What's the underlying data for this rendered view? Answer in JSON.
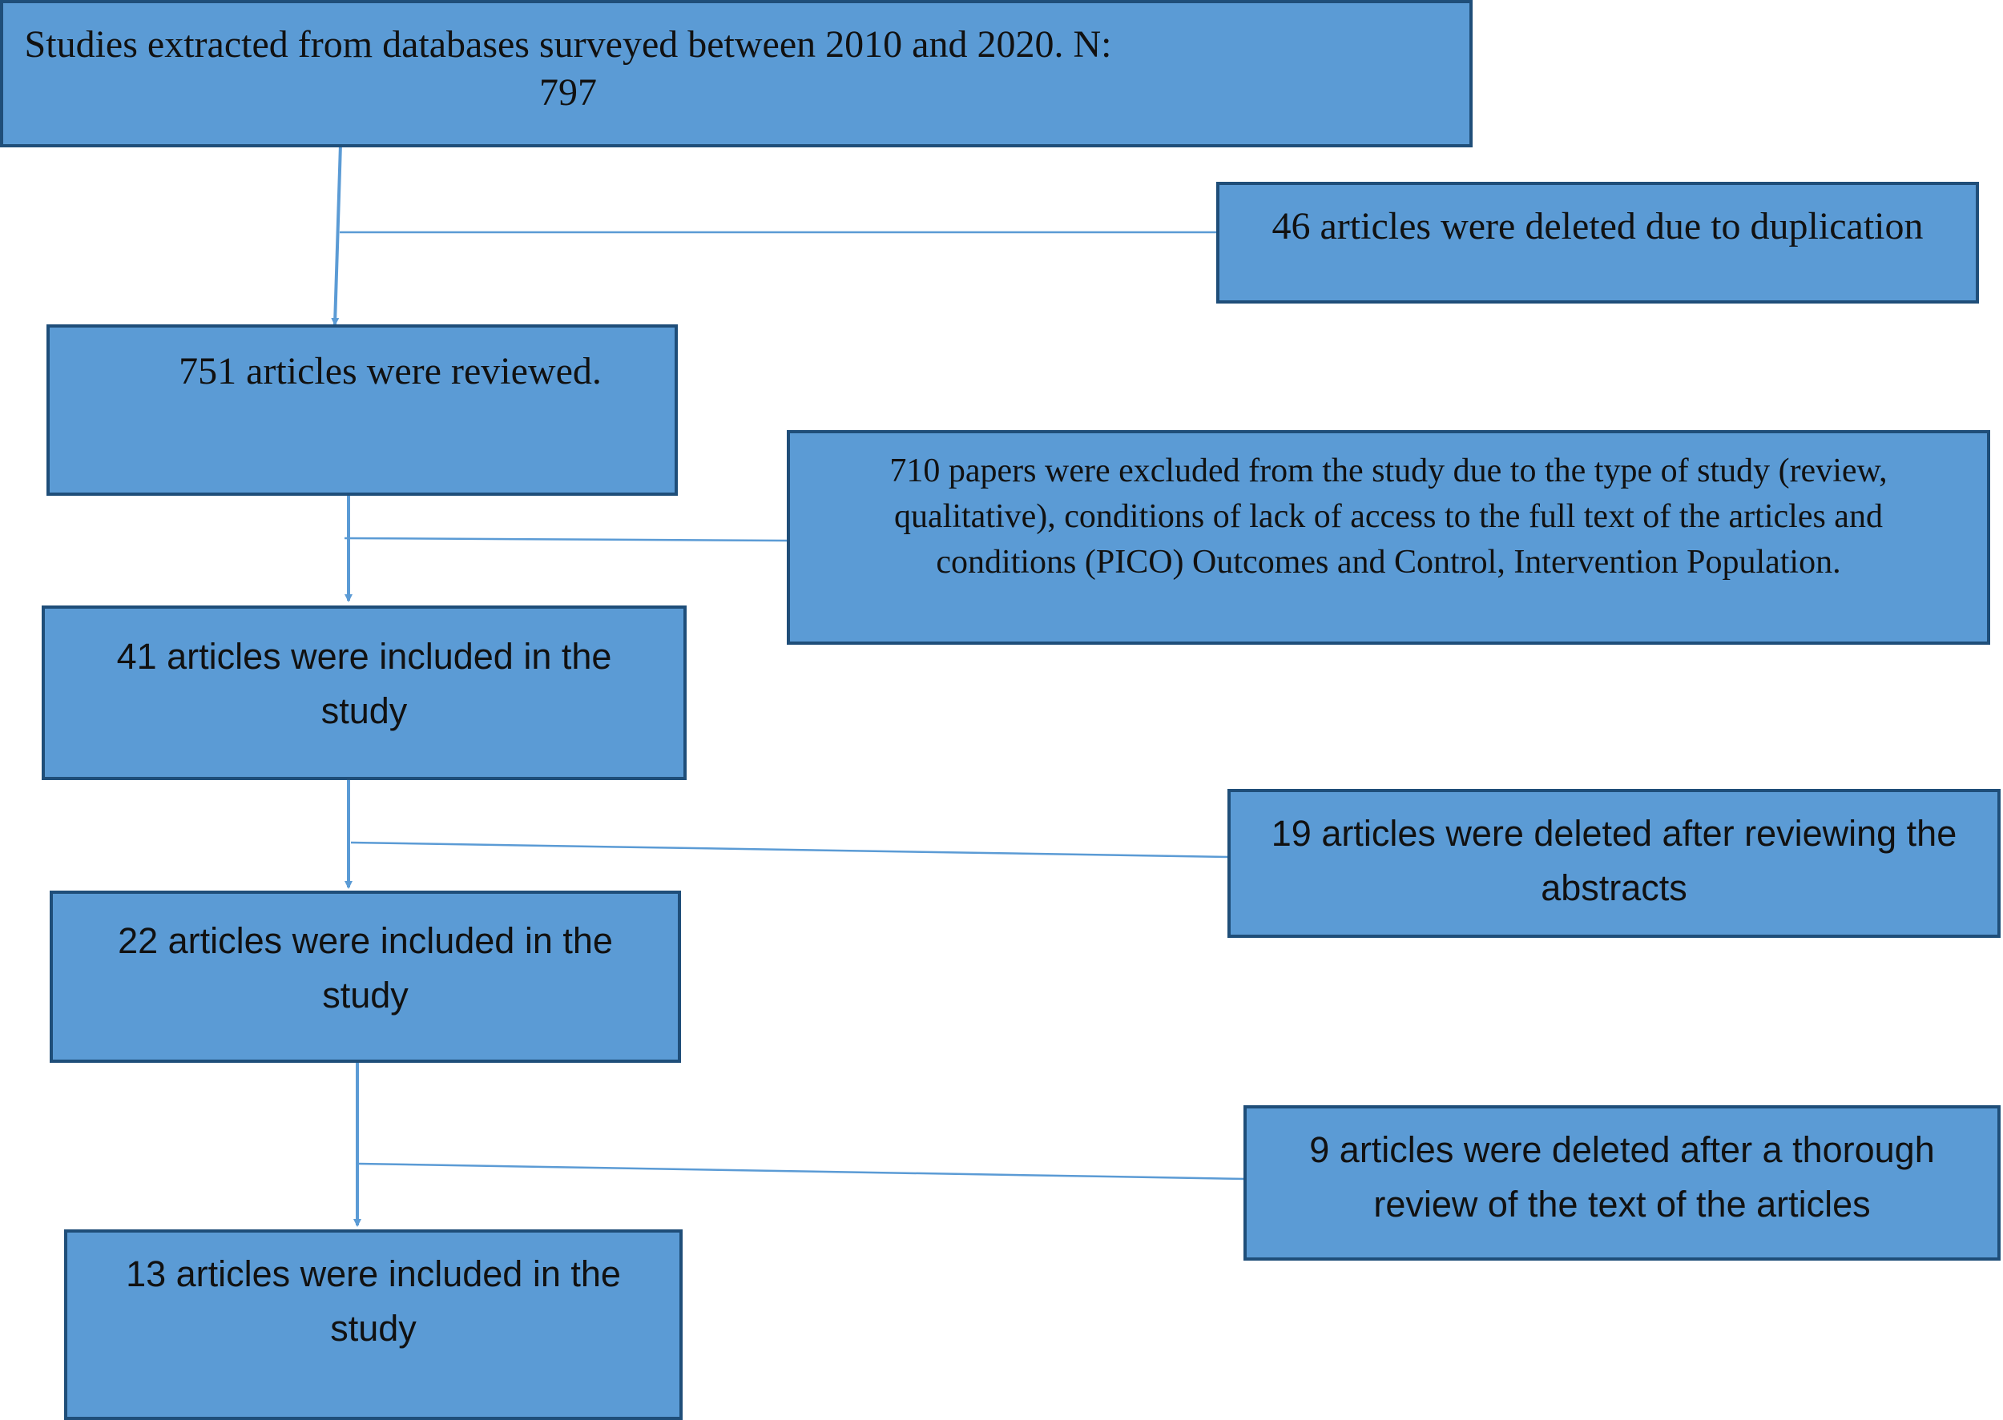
{
  "colors": {
    "box_fill": "#5b9bd5",
    "box_border": "#1f4e79",
    "connector": "#5b9bd5",
    "text": "#111111"
  },
  "flow": {
    "studies_extracted": "Studies extracted from databases surveyed between 2010 and 2020. N: 797",
    "deleted_duplication": "46 articles were deleted due to duplication",
    "reviewed": "751 articles were reviewed.",
    "excluded_710": "710 papers were excluded from the study due to the type of study (review, qualitative), conditions of lack of access to the full text of the articles and conditions (PICO) Outcomes and Control, Intervention Population.",
    "included_41": "41 articles were included in the study",
    "deleted_abstracts": "19 articles were deleted after reviewing the abstracts",
    "included_22": "22 articles were included in the study",
    "deleted_fulltext": "9 articles were deleted after a thorough review of the text of the articles",
    "included_13": "13 articles were included in the study"
  }
}
